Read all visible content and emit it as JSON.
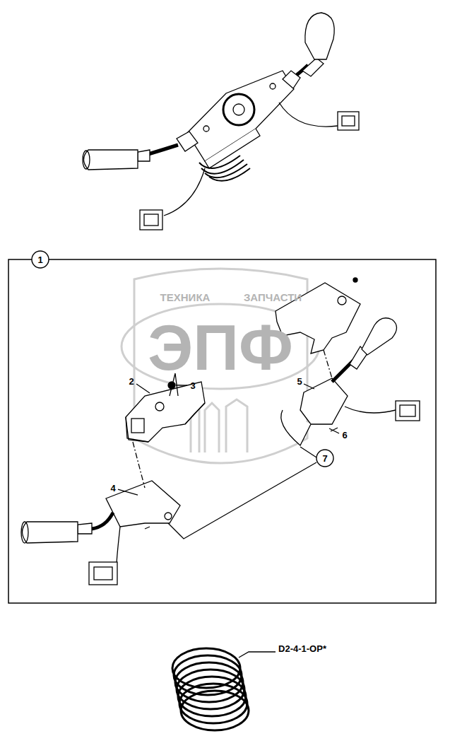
{
  "diagram": {
    "nodes": [
      {
        "text": [
          "1"
        ]
      },
      {
        "text": [
          "7"
        ]
      }
    ],
    "labels": [
      "ТЕХНИКА",
      "ЗАПЧАСТИ",
      "ЭПФ",
      "2",
      "3",
      "4",
      "5",
      "6",
      "D2-4-1-OP*"
    ]
  }
}
